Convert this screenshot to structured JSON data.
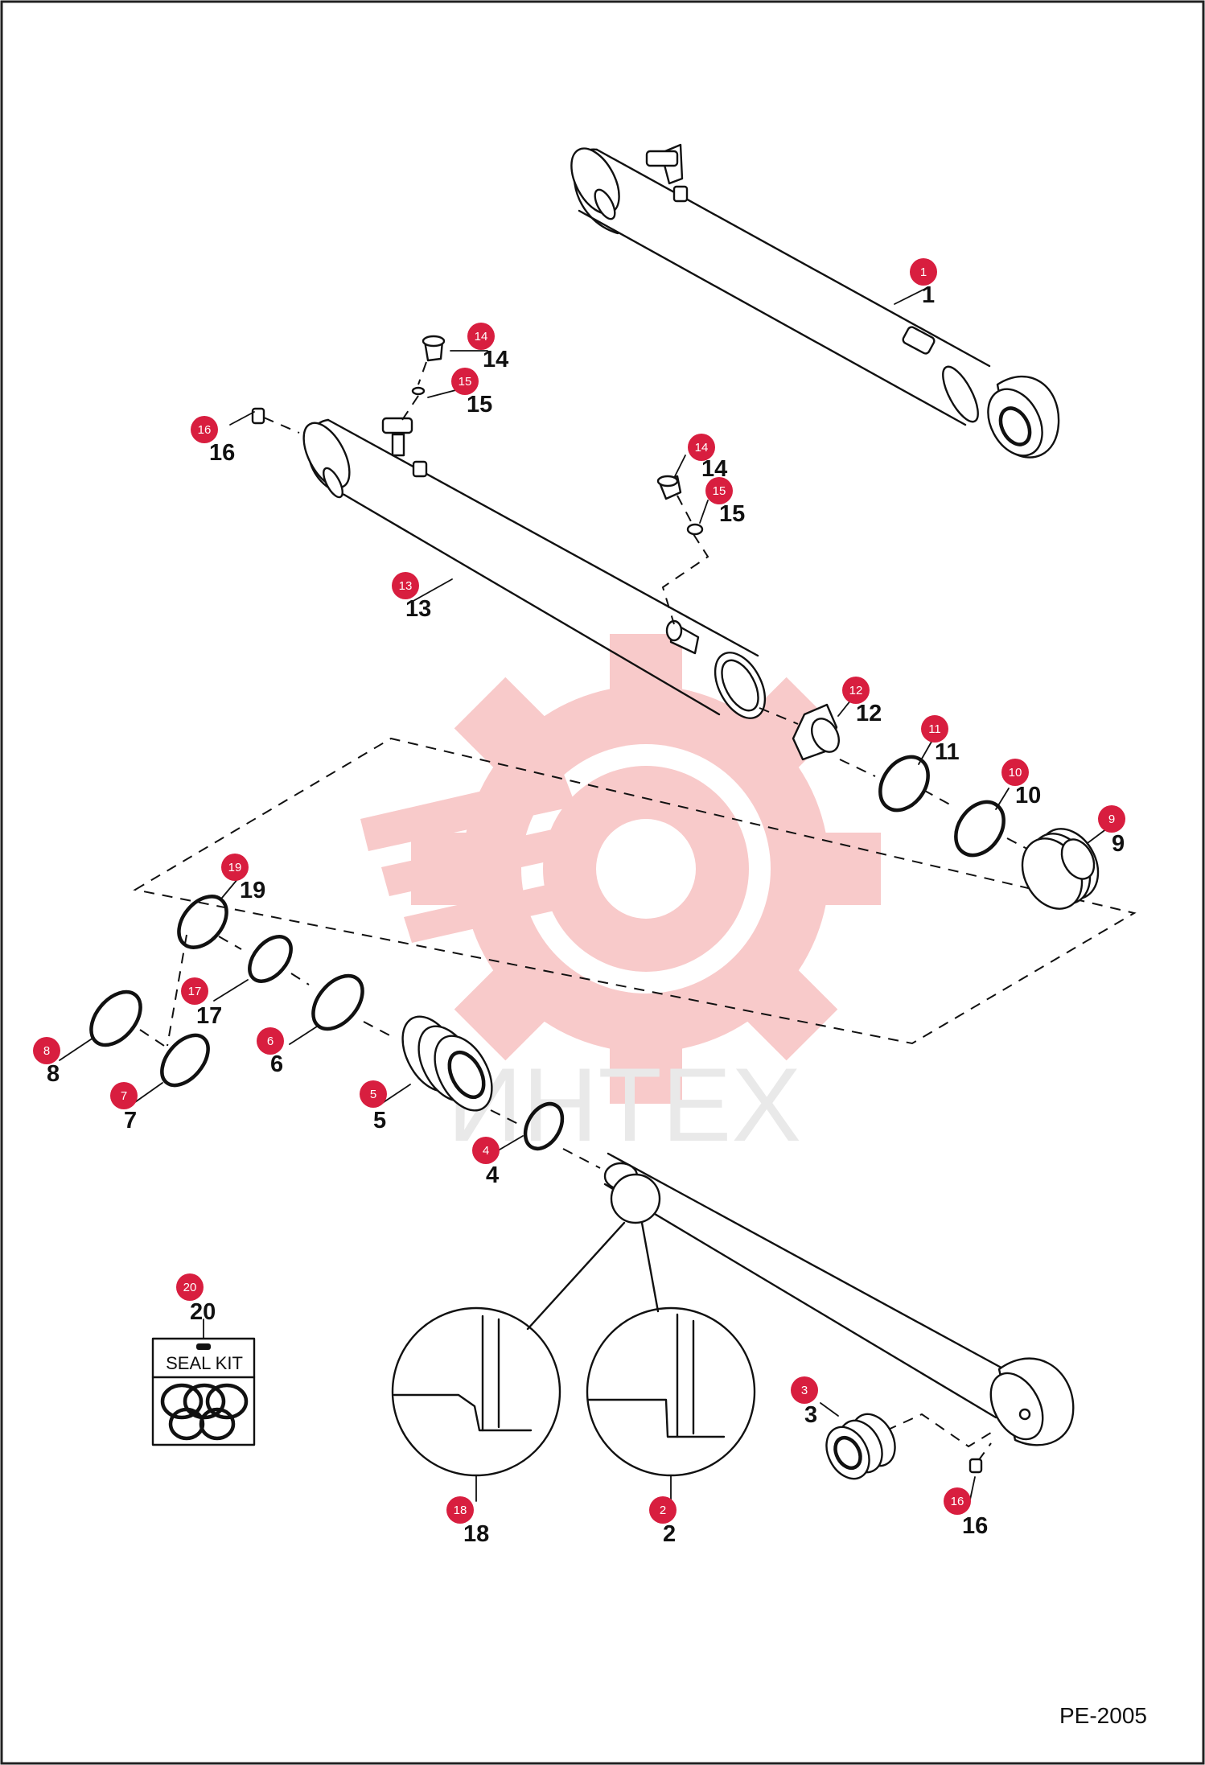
{
  "diagram": {
    "code": "PE-2005",
    "watermark": "ИНТЕХ",
    "seal_kit_label": "SEAL KIT",
    "colors": {
      "badge": "#d81e3f",
      "watermark": "#f8caca",
      "line": "#111111"
    },
    "callouts": [
      {
        "id": "1",
        "number": "1",
        "badge": "1"
      },
      {
        "id": "2",
        "number": "2",
        "badge": "2"
      },
      {
        "id": "3a",
        "number": "3",
        "badge": "3"
      },
      {
        "id": "4",
        "number": "4",
        "badge": "4"
      },
      {
        "id": "5",
        "number": "5",
        "badge": "5"
      },
      {
        "id": "6",
        "number": "6",
        "badge": "6"
      },
      {
        "id": "7",
        "number": "7",
        "badge": "7"
      },
      {
        "id": "8",
        "number": "8",
        "badge": "8"
      },
      {
        "id": "9",
        "number": "9",
        "badge": "9"
      },
      {
        "id": "10",
        "number": "10",
        "badge": "10"
      },
      {
        "id": "11",
        "number": "11",
        "badge": "11"
      },
      {
        "id": "12",
        "number": "12",
        "badge": "12"
      },
      {
        "id": "13",
        "number": "13",
        "badge": "13"
      },
      {
        "id": "14a",
        "number": "14",
        "badge": "14"
      },
      {
        "id": "15a",
        "number": "15",
        "badge": "15"
      },
      {
        "id": "14b",
        "number": "14",
        "badge": "14"
      },
      {
        "id": "15b",
        "number": "15",
        "badge": "15"
      },
      {
        "id": "16a",
        "number": "16",
        "badge": "16"
      },
      {
        "id": "16b",
        "number": "16",
        "badge": "16"
      },
      {
        "id": "17",
        "number": "17",
        "badge": "17"
      },
      {
        "id": "18",
        "number": "18",
        "badge": "18"
      },
      {
        "id": "19",
        "number": "19",
        "badge": "19"
      },
      {
        "id": "20",
        "number": "20",
        "badge": "20"
      }
    ]
  }
}
